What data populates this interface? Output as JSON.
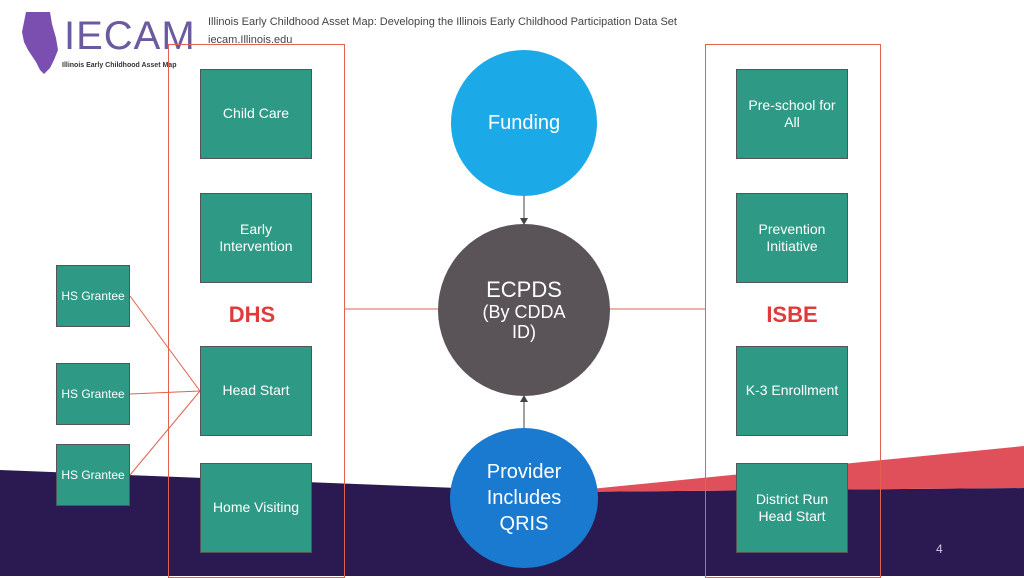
{
  "header": {
    "logo_text": "IECAM",
    "logo_subtitle": "Illinois Early Childhood Asset Map",
    "title": "Illinois Early Childhood Asset Map: Developing the Illinois Early Childhood Participation Data Set",
    "url": "iecam.Illinois.edu"
  },
  "dhs": {
    "label": "DHS",
    "programs": [
      "Child Care",
      "Early Intervention",
      "Head Start",
      "Home Visiting"
    ]
  },
  "isbe": {
    "label": "ISBE",
    "programs": [
      "Pre-school for All",
      "Prevention Initiative",
      "K-3 Enrollment",
      "District Run Head Start"
    ]
  },
  "grantees": [
    "HS Grantee",
    "HS Grantee",
    "HS Grantee"
  ],
  "center": {
    "funding": "Funding",
    "ecpds_title": "ECPDS",
    "ecpds_subtitle": "(By CDDA ID)",
    "provider": "Provider Includes QRIS"
  },
  "colors": {
    "box": "#2e9a86",
    "frame": "#e0634f",
    "agency_label": "#e03a3a",
    "funding": "#1ba9e8",
    "ecpds": "#5a5358",
    "provider": "#1a7ad0",
    "band_purple": "#2b1a52",
    "band_red": "#e0505a",
    "logo": "#6b5aa0",
    "illinois_shape": "#7a4fb0"
  },
  "icons": {
    "logo_mark": "illinois-state-icon"
  },
  "page_number": "4"
}
